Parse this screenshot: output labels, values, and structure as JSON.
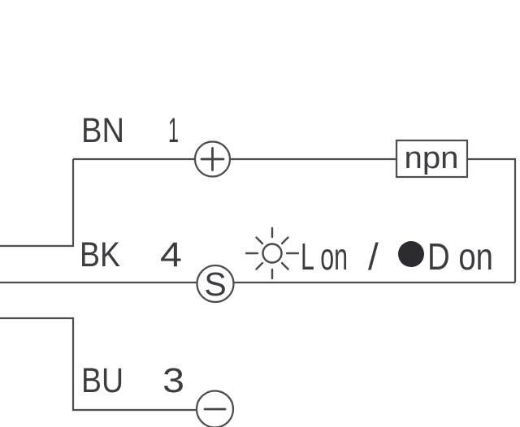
{
  "wiring": {
    "output_type": "npn",
    "rows": [
      {
        "wire_color_code": "BN",
        "pin": "1",
        "terminal_symbol": "+"
      },
      {
        "wire_color_code": "BK",
        "pin": "4",
        "terminal_symbol": "S"
      },
      {
        "wire_color_code": "BU",
        "pin": "3",
        "terminal_symbol": "−"
      }
    ],
    "indicator": {
      "light_on": "L on",
      "separator": "/",
      "dark_on": "D on"
    },
    "colors": {
      "line": "#4c4c52",
      "text": "#3c3c41",
      "dark_dot": "#2b2b30",
      "background": "#ffffff"
    }
  }
}
